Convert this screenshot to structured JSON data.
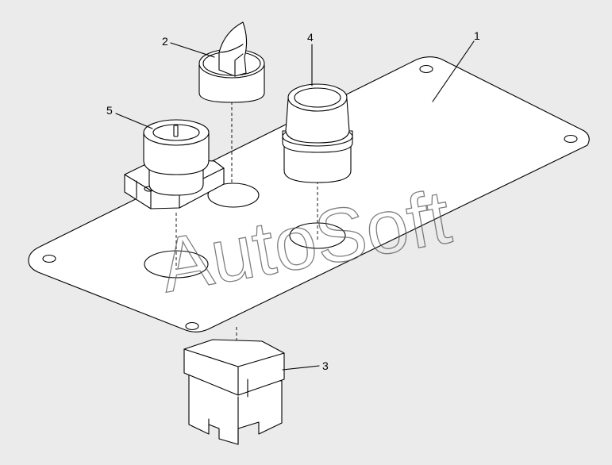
{
  "callouts": [
    {
      "id": "1",
      "label": "1"
    },
    {
      "id": "2",
      "label": "2"
    },
    {
      "id": "3",
      "label": "3"
    },
    {
      "id": "4",
      "label": "4"
    },
    {
      "id": "5",
      "label": "5"
    }
  ],
  "watermark": "AutoSoft",
  "colors": {
    "background": "#ebebeb",
    "line": "#000000",
    "fill": "#ffffff"
  }
}
